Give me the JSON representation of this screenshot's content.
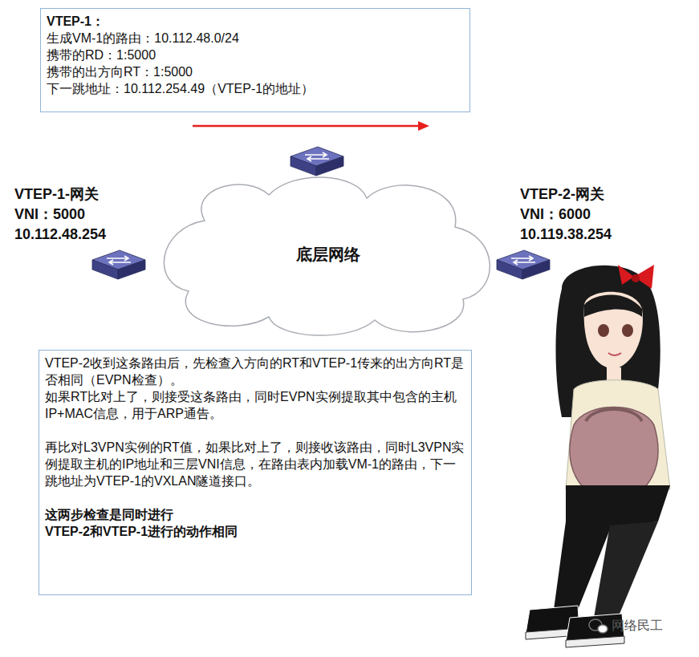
{
  "diagram": {
    "nodes": [
      {
        "text": [
          "VTEP-1：",
          "生成VM-1的路由：10.112.48.0/24",
          "携带的RD：1:5000",
          "携带的出方向RT：1:5000",
          "下一跳地址：10.112.254.49（VTEP-1的地址）"
        ]
      },
      {
        "text": [
          "底层网络"
        ]
      },
      {
        "text": [
          "VTEP-2收到这条路由后，先检查入方向的RT和VTEP-1传来的出方向RT是否相同（EVPN检查）。",
          "如果RT比对上了，则接受这条路由，同时EVPN实例提取其中包含的主机IP+MAC信息，用于ARP通告。",
          "再比对L3VPN实例的RT值，如果比对上了，则接收该路由，同时L3VPN实例提取主机的IP地址和三层VNI信息，在路由表内加载VM-1的路由，下一跳地址为VTEP-1的VXLAN隧道接口。",
          "这两步检查是同时进行",
          "VTEP-2和VTEP-1进行的动作相同"
        ]
      }
    ],
    "labels": [
      "VTEP-1-网关",
      "VNI：5000",
      "10.112.48.254",
      "VTEP-2-网关",
      "VNI：6000",
      "10.119.38.254",
      "网络民工"
    ]
  }
}
